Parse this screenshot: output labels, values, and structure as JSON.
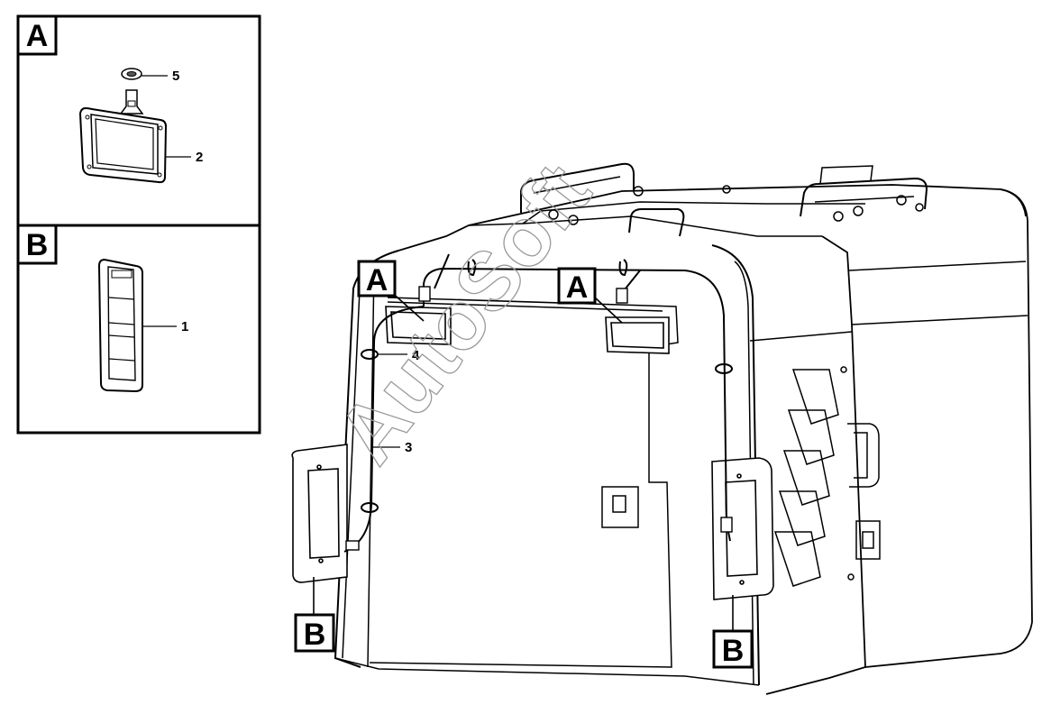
{
  "detail_panels": [
    {
      "letter": "A",
      "parts": [
        "5",
        "2"
      ]
    },
    {
      "letter": "B",
      "parts": [
        "1"
      ]
    }
  ],
  "main_callouts": {
    "a_left": "A",
    "a_right": "A",
    "b_left": "B",
    "b_right": "B"
  },
  "main_parts": {
    "clip": "4",
    "wire": "3"
  },
  "watermark": "AutoSoft",
  "colors": {
    "line": "#000000",
    "watermark": "#9a9a9a",
    "background": "#ffffff"
  }
}
